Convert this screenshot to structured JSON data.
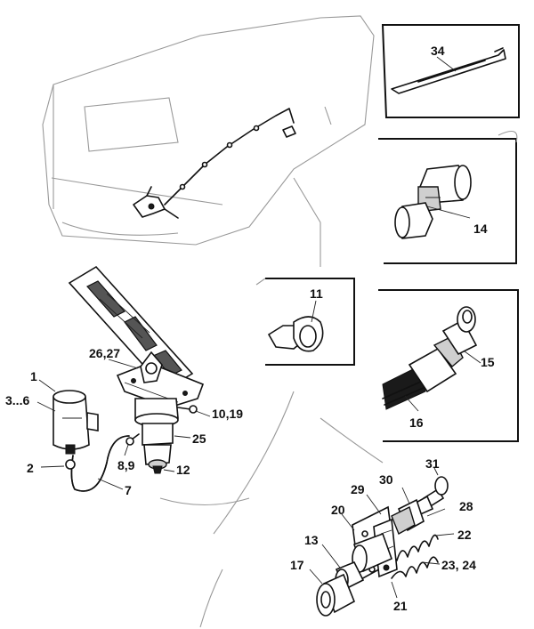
{
  "callouts": {
    "c34": "34",
    "c14": "14",
    "c11": "11",
    "c15": "15",
    "c16": "16",
    "c2627": "26,27",
    "c1": "1",
    "c36": "3...6",
    "c1019": "10,19",
    "c25": "25",
    "c89": "8,9",
    "c12": "12",
    "c2": "2",
    "c7": "7",
    "c31": "31",
    "c30": "30",
    "c29": "29",
    "c28": "28",
    "c20": "20",
    "c22": "22",
    "c13": "13",
    "c2324": "23, 24",
    "c17": "17",
    "c21": "21"
  }
}
